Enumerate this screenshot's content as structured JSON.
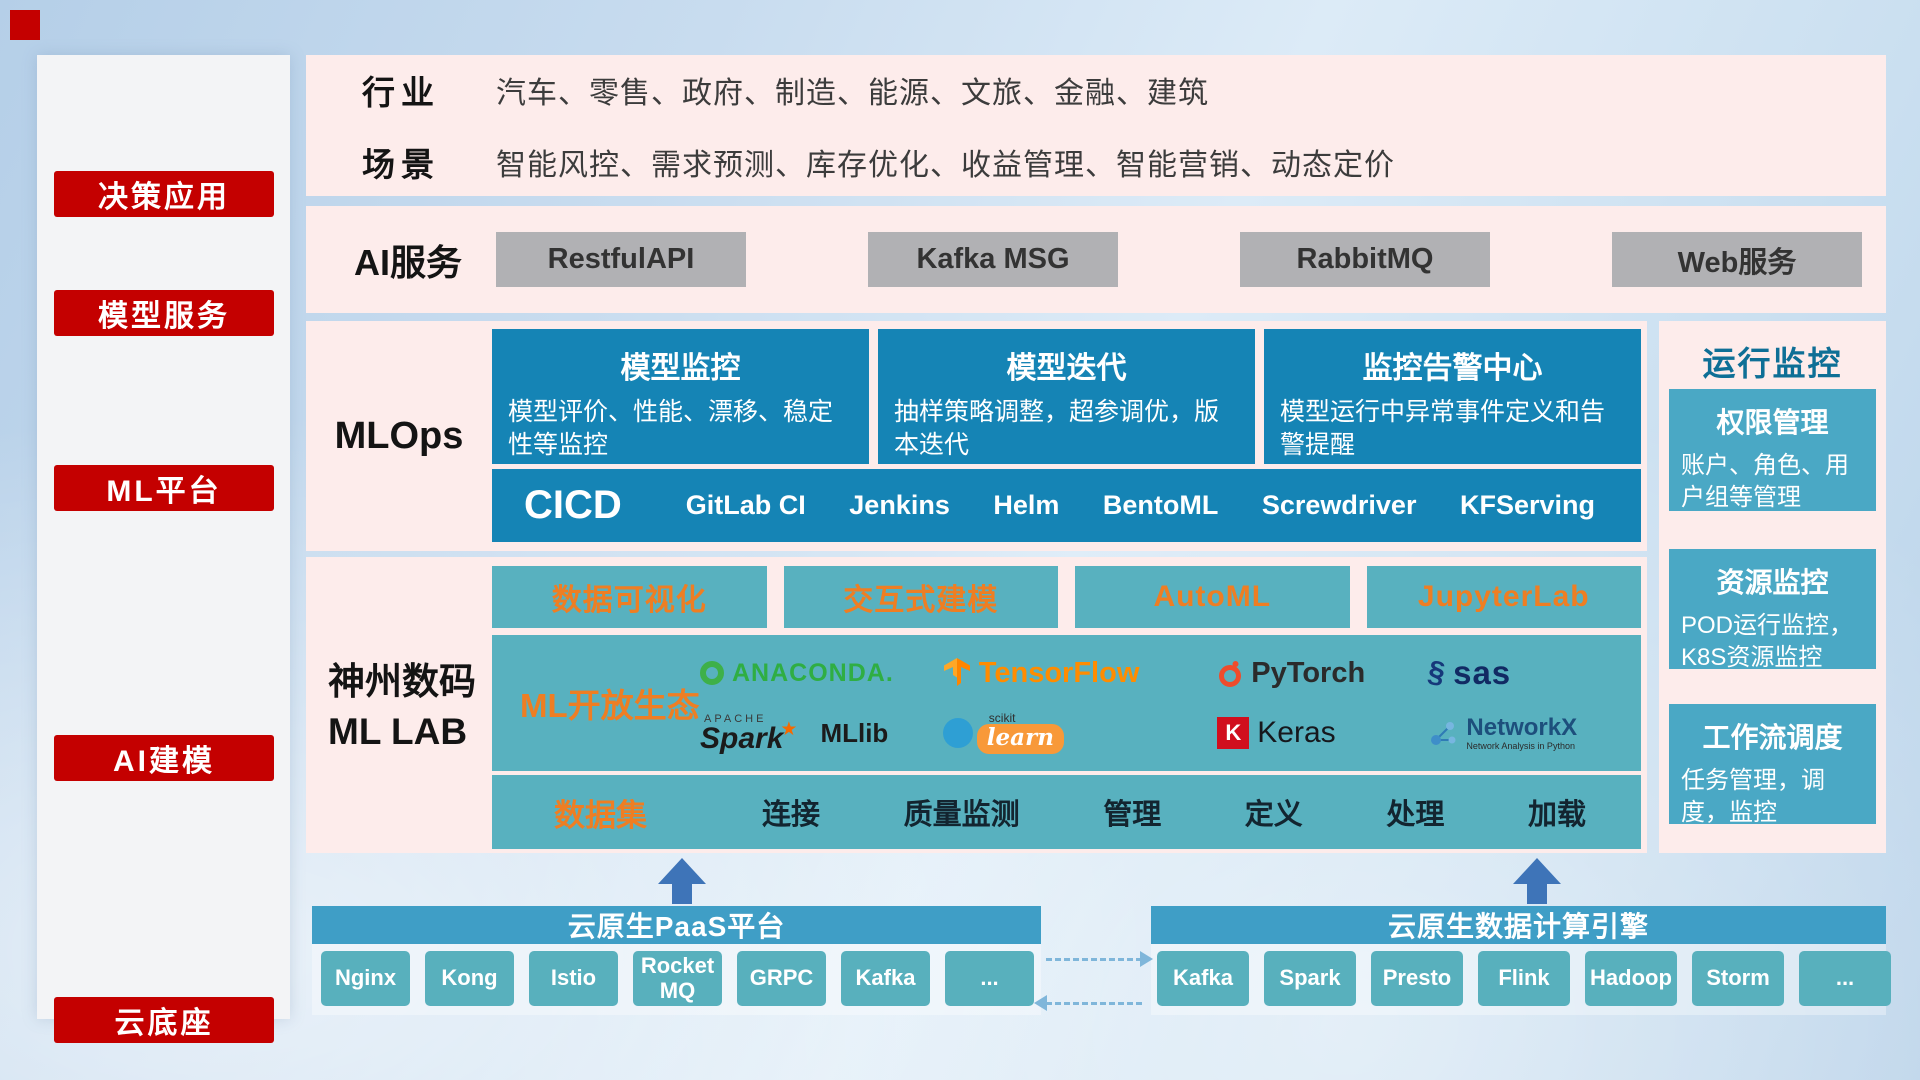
{
  "colors": {
    "accent_red": "#c40000",
    "panel_pink": "#fdeceb",
    "deep_blue": "#1584b5",
    "teal": "#58b1bf",
    "card_teal": "#4aa8c5",
    "header_blue": "#3f9ec6",
    "orange_text": "#ee7e23",
    "gray_button": "#b1b1b4",
    "arrow_blue": "#3e74b8"
  },
  "sidebar": {
    "items": [
      {
        "label": "决策应用"
      },
      {
        "label": "模型服务"
      },
      {
        "label": "ML平台"
      },
      {
        "label": "AI建模"
      },
      {
        "label": "云底座"
      }
    ]
  },
  "application_row": {
    "rows": [
      {
        "label": "行业",
        "value": "汽车、零售、政府、制造、能源、文旅、金融、建筑"
      },
      {
        "label": "场景",
        "value": "智能风控、需求预测、库存优化、收益管理、智能营销、动态定价"
      }
    ]
  },
  "service_row": {
    "label": "AI服务",
    "items": [
      "RestfulAPI",
      "Kafka MSG",
      "RabbitMQ",
      "Web服务"
    ]
  },
  "mlops_row": {
    "label": "MLOps",
    "cards": [
      {
        "title": "模型监控",
        "desc": "模型评价、性能、漂移、稳定性等监控"
      },
      {
        "title": "模型迭代",
        "desc": "抽样策略调整，超参调优，版本迭代"
      },
      {
        "title": "监控告警中心",
        "desc": "模型运行中异常事件定义和告警提醒"
      }
    ],
    "cicd": {
      "label": "CICD",
      "tools": [
        "GitLab CI",
        "Jenkins",
        "Helm",
        "BentoML",
        "Screwdriver",
        "KFServing"
      ]
    }
  },
  "mllab_row": {
    "label_line1": "神州数码",
    "label_line2": "ML LAB",
    "top_buttons": [
      "数据可视化",
      "交互式建模",
      "AutoML",
      "JupyterLab"
    ],
    "ecosystem": {
      "label": "ML开放生态",
      "logos": [
        {
          "name": "anaconda",
          "text": "ANACONDA."
        },
        {
          "name": "tensorflow",
          "text": "TensorFlow"
        },
        {
          "name": "pytorch",
          "text": "PyTorch"
        },
        {
          "name": "sas",
          "glyph": "§",
          "text": "sas"
        },
        {
          "name": "spark",
          "apache": "APACHE",
          "text": "Spark",
          "star": "★",
          "suffix": "MLlib"
        },
        {
          "name": "scikit-learn",
          "scikit": "scikit",
          "text": "learn"
        },
        {
          "name": "keras",
          "k": "K",
          "text": "Keras"
        },
        {
          "name": "networkx",
          "text": "NetworkX",
          "subtitle": "Network Analysis in Python"
        }
      ]
    },
    "dataset": {
      "label": "数据集",
      "items": [
        "连接",
        "质量监测",
        "管理",
        "定义",
        "处理",
        "加载"
      ]
    }
  },
  "monitor_panel": {
    "title": "运行监控",
    "cards": [
      {
        "title": "权限管理",
        "desc": "账户、角色、用户组等管理"
      },
      {
        "title": "资源监控",
        "desc": "POD运行监控，K8S资源监控"
      },
      {
        "title": "工作流调度",
        "desc": "任务管理，调度，监控"
      }
    ]
  },
  "foundation": {
    "left": {
      "title": "云原生PaaS平台",
      "items": [
        "Nginx",
        "Kong",
        "Istio",
        "RocketMQ",
        "GRPC",
        "Kafka",
        "..."
      ]
    },
    "right": {
      "title": "云原生数据计算引擎",
      "items": [
        "Kafka",
        "Spark",
        "Presto",
        "Flink",
        "Hadoop",
        "Storm",
        "..."
      ]
    }
  }
}
